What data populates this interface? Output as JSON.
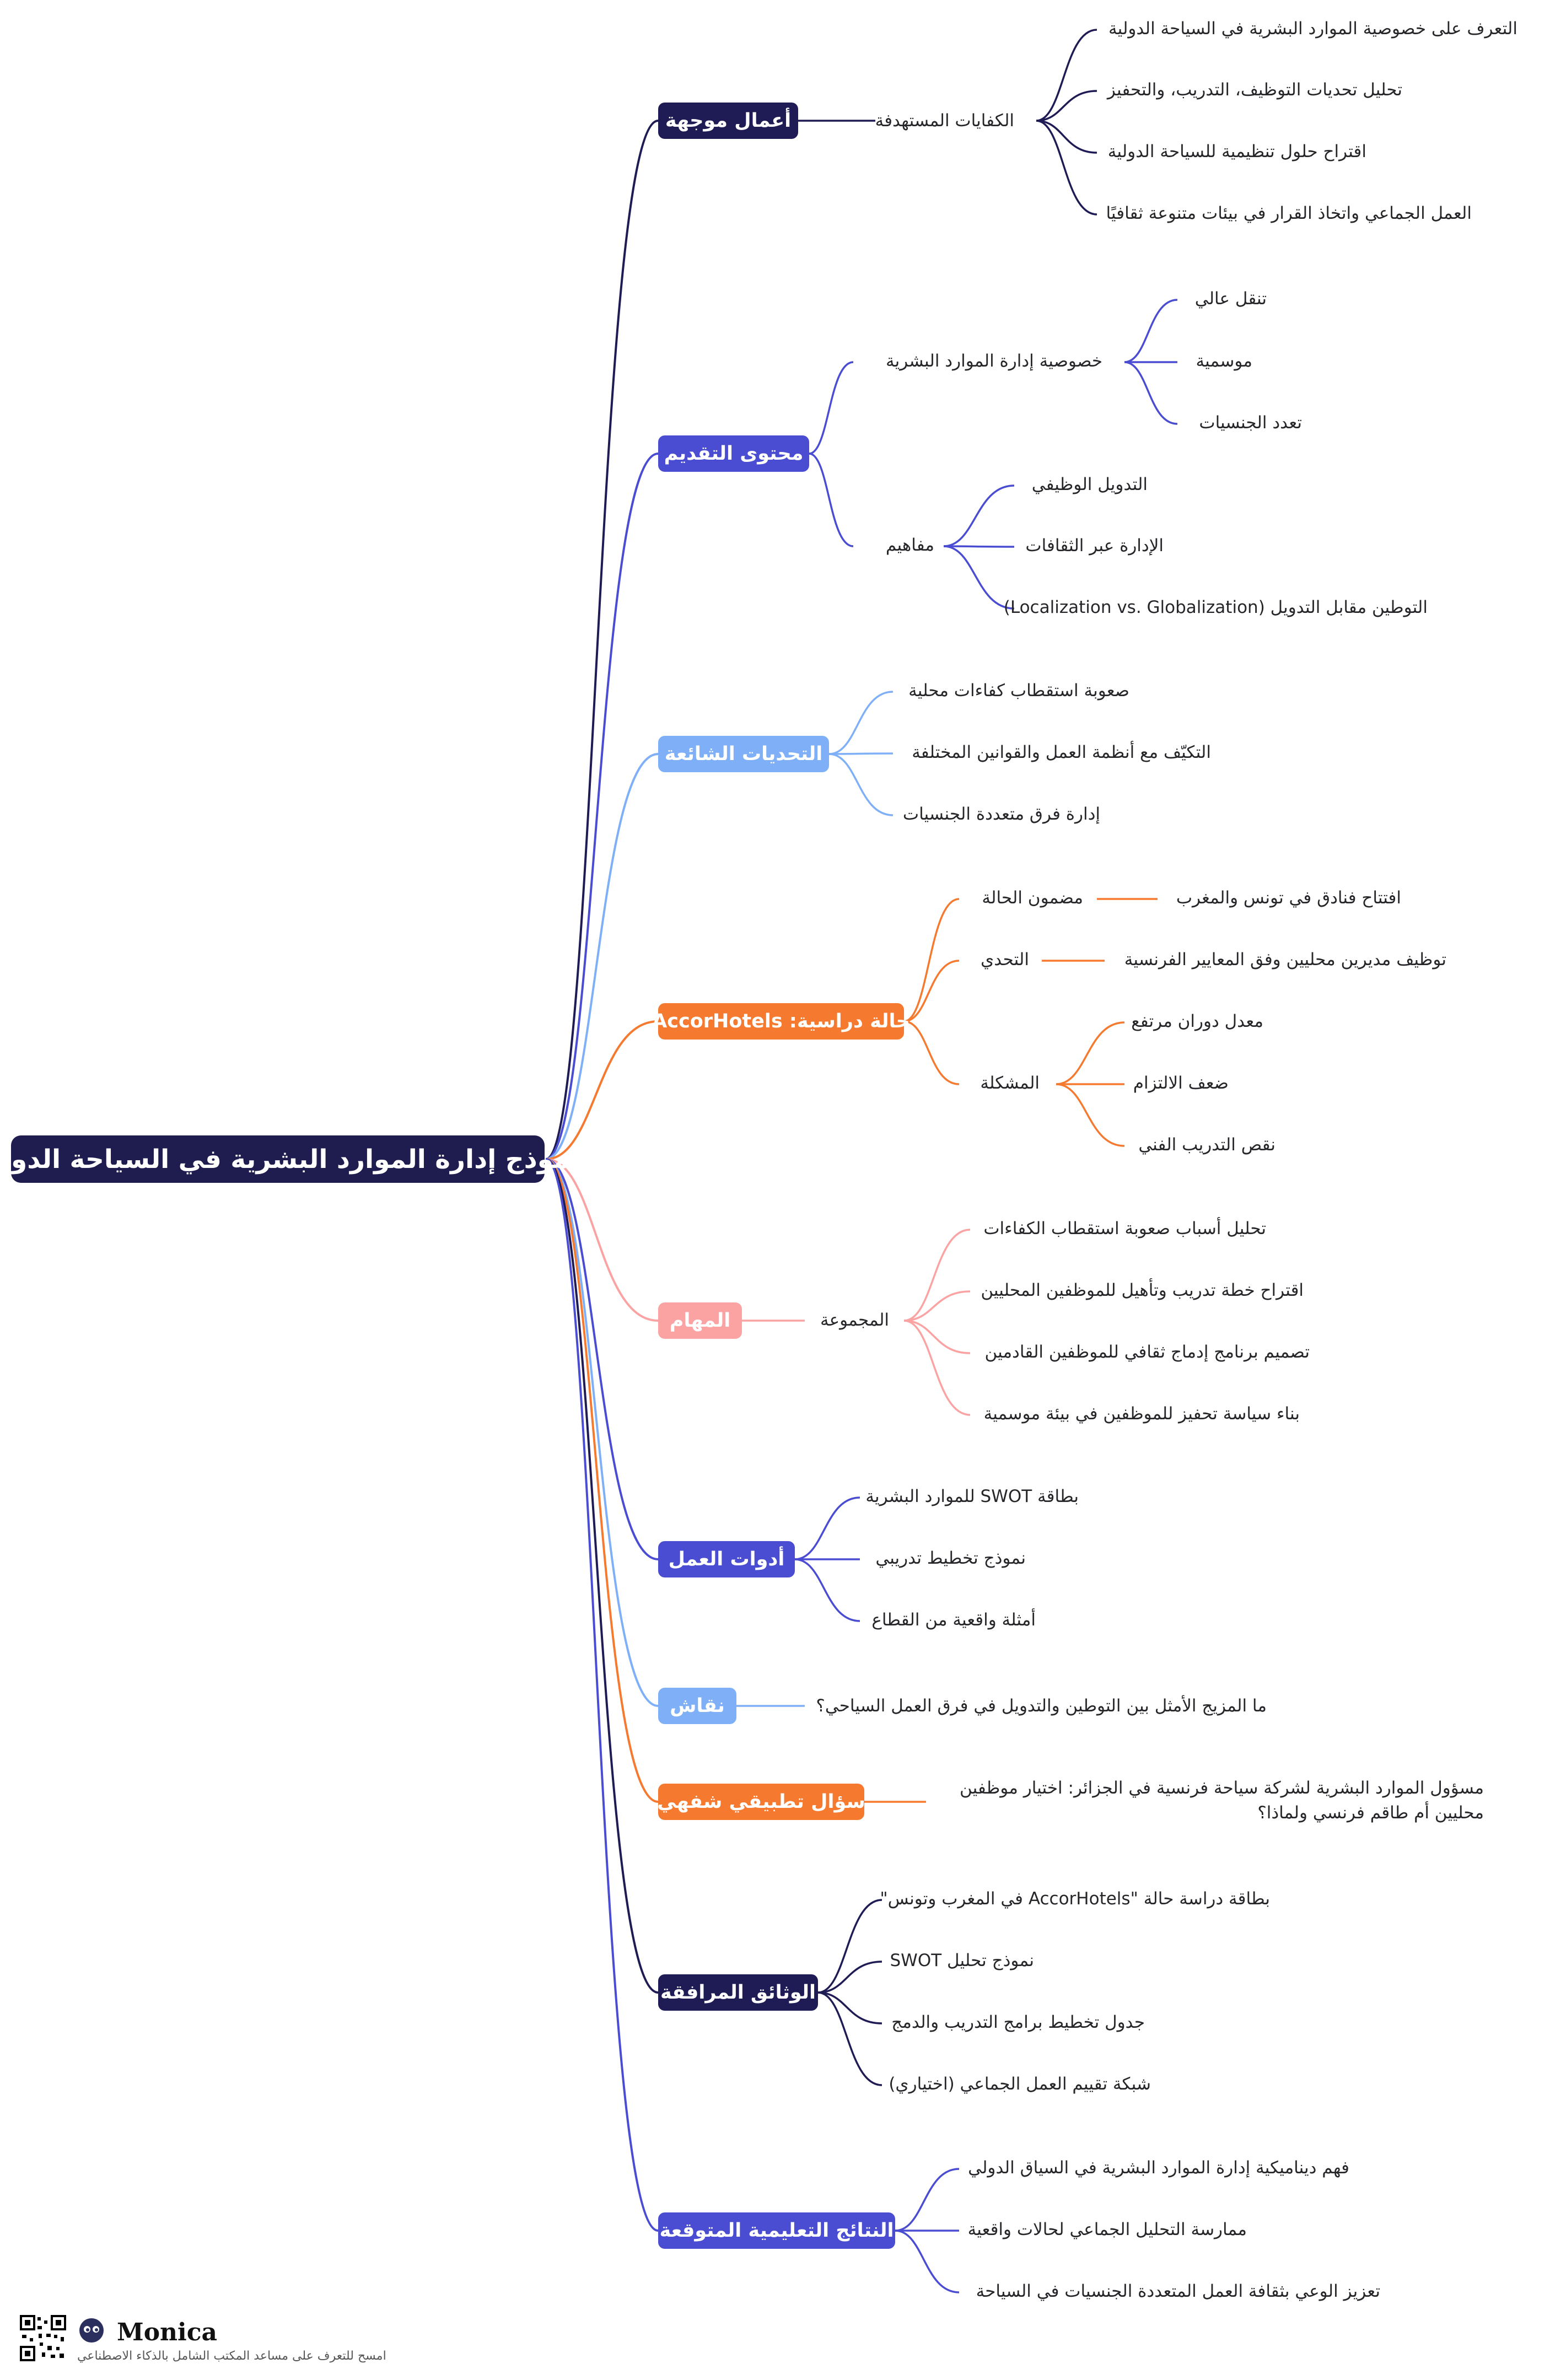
{
  "root": "نموذج إدارة الموارد البشرية في السياحة الدولية",
  "branches": {
    "b1": {
      "label": "أعمال موجهة",
      "color": "#1e1b55",
      "sub": "الكفايات المستهدفة",
      "items": [
        "التعرف على خصوصية الموارد البشرية في السياحة الدولية",
        "تحليل تحديات التوظيف، التدريب، والتحفيز",
        "اقتراح حلول تنظيمية للسياحة الدولية",
        "العمل الجماعي واتخاذ القرار في بيئات متنوعة ثقافيًا"
      ]
    },
    "b2": {
      "label": "محتوى التقديم",
      "color": "#4a4cd2",
      "sub1": "خصوصية إدارة الموارد البشرية",
      "sub1_items": [
        "تنقل عالي",
        "موسمية",
        "تعدد الجنسيات"
      ],
      "sub2": "مفاهيم",
      "sub2_items": [
        "التدويل الوظيفي",
        "الإدارة عبر الثقافات",
        "التوطين مقابل التدويل (Localization vs. Globalization)"
      ]
    },
    "b3": {
      "label": "التحديات الشائعة",
      "color": "#7fb0f7",
      "items": [
        "صعوبة استقطاب كفاءات محلية",
        "التكيّف مع أنظمة العمل والقوانين المختلفة",
        "إدارة فرق متعددة الجنسيات"
      ]
    },
    "b4": {
      "label": "حالة دراسية: AccorHotels",
      "color": "#f5792f",
      "sub1": "مضمون الحالة",
      "sub1_item": "افتتاح فنادق في تونس والمغرب",
      "sub2": "التحدي",
      "sub2_item": "توظيف مديرين محليين وفق المعايير الفرنسية",
      "sub3": "المشكلة",
      "sub3_items": [
        "معدل دوران مرتفع",
        "ضعف الالتزام",
        "نقص التدريب الفني"
      ]
    },
    "b5": {
      "label": "المهام",
      "color": "#fba3a3",
      "sub": "المجموعة",
      "items": [
        "تحليل أسباب صعوبة استقطاب الكفاءات",
        "اقتراح خطة تدريب وتأهيل للموظفين المحليين",
        "تصميم برنامج إدماج ثقافي للموظفين القادمين",
        "بناء سياسة تحفيز للموظفين في بيئة موسمية"
      ]
    },
    "b6": {
      "label": "أدوات العمل",
      "color": "#4a4cd2",
      "items": [
        "بطاقة SWOT للموارد البشرية",
        "نموذج تخطيط تدريبي",
        "أمثلة واقعية من القطاع"
      ]
    },
    "b7": {
      "label": "نقاش",
      "color": "#7fb0f7",
      "item": "ما المزيج الأمثل بين التوطين والتدويل في فرق العمل السياحي؟"
    },
    "b8": {
      "label": "سؤال تطبيقي شفهي",
      "color": "#f5792f",
      "item": "مسؤول الموارد البشرية لشركة سياحة فرنسية في الجزائر: اختيار موظفين محليين أم طاقم فرنسي ولماذا؟"
    },
    "b9": {
      "label": "الوثائق المرافقة",
      "color": "#1e1b55",
      "items": [
        "بطاقة دراسة حالة \"AccorHotels في المغرب وتونس\"",
        "نموذج تحليل SWOT",
        "جدول تخطيط برامج التدريب والدمج",
        "شبكة تقييم العمل الجماعي (اختياري)"
      ]
    },
    "b10": {
      "label": "النتائج التعليمية المتوقعة",
      "color": "#4a4cd2",
      "items": [
        "فهم ديناميكية إدارة الموارد البشرية في السياق الدولي",
        "ممارسة التحليل الجماعي لحالات واقعية",
        "تعزيز الوعي بثقافة العمل المتعددة الجنسيات في السياحة"
      ]
    }
  },
  "footer": {
    "brand": "Monica",
    "tagline": "امسح للتعرف على مساعد المكتب الشامل بالذكاء الاصطناعي",
    "icons": [
      "qr-code-icon",
      "monica-logo-icon"
    ]
  }
}
